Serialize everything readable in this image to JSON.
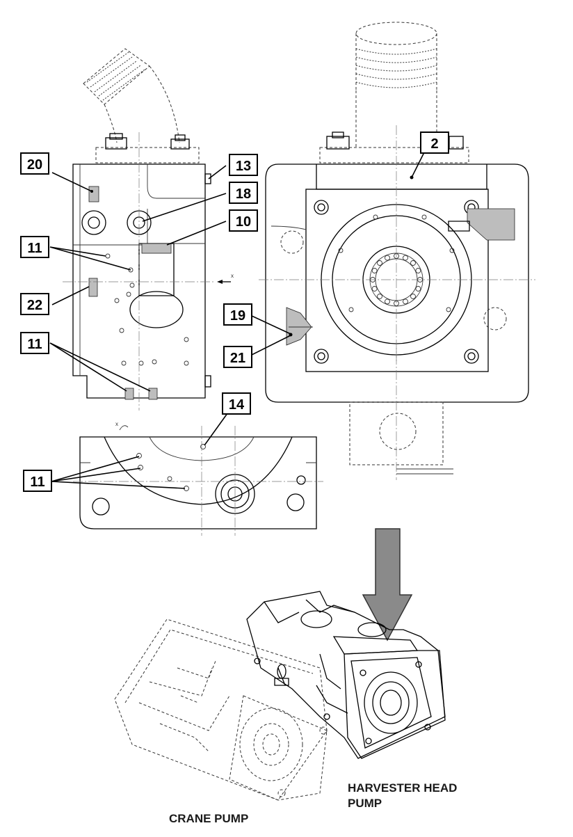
{
  "callouts": {
    "c20": "20",
    "c13": "13",
    "c18": "18",
    "c10": "10",
    "c11a": "11",
    "c22": "22",
    "c11b": "11",
    "c2": "2",
    "c19": "19",
    "c21": "21",
    "c14": "14",
    "c11c": "11"
  },
  "axis_marks": {
    "x_side": "x",
    "x_bottom": "x"
  },
  "captions": {
    "harvester_line1": "HARVESTER HEAD",
    "harvester_line2": "PUMP",
    "crane": "CRANE PUMP"
  },
  "colors": {
    "ink": "#000000",
    "hatch": "#bdbdbd",
    "arrow": "#8a8a8a",
    "paper": "#ffffff"
  }
}
